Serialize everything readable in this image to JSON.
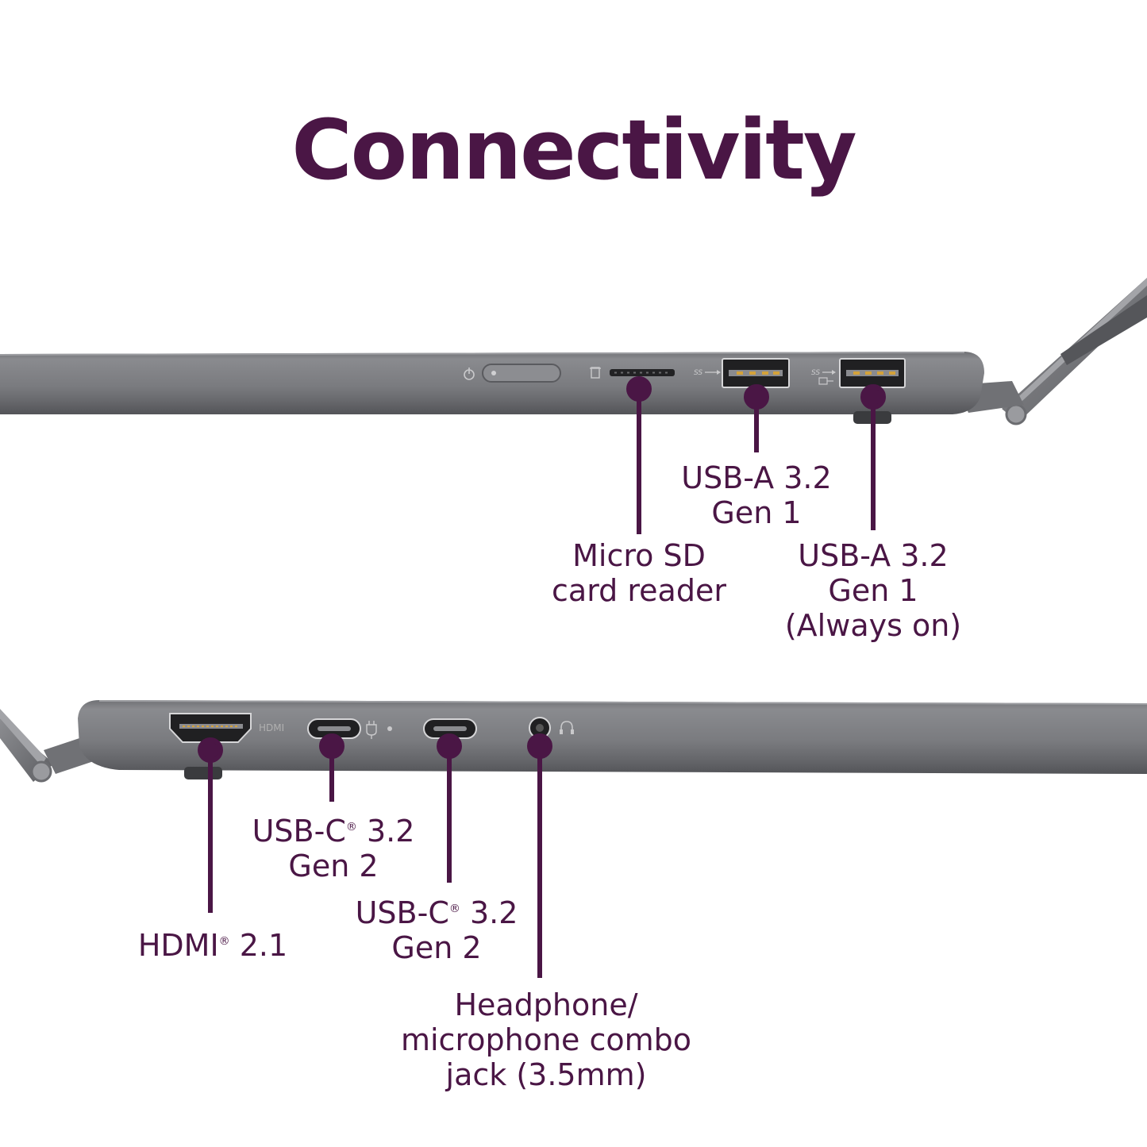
{
  "title": "Connectivity",
  "colors": {
    "accent": "#4a1645",
    "chassis": "#7d7e82",
    "chassis_dark": "#5f6064",
    "port": "#2b2b2d",
    "background": "#ffffff"
  },
  "top_view": {
    "ports": [
      {
        "id": "micro-sd",
        "lines": [
          "Micro SD",
          "card reader"
        ]
      },
      {
        "id": "usb-a-1",
        "lines": [
          "USB-A 3.2",
          "Gen 1"
        ]
      },
      {
        "id": "usb-a-2",
        "lines": [
          "USB-A 3.2",
          "Gen 1",
          "(Always on)"
        ]
      }
    ],
    "icons": [
      "power-icon",
      "sd-card-icon",
      "ss-usb-icon",
      "ss-usb-charge-icon"
    ]
  },
  "bottom_view": {
    "port_mark": "HDMI",
    "ports": [
      {
        "id": "hdmi",
        "name": "HDMI",
        "reg": "®",
        "rest": " 2.1"
      },
      {
        "id": "usb-c-1",
        "name": "USB-C",
        "reg": "®",
        "rest": " 3.2",
        "line2": "Gen 2"
      },
      {
        "id": "usb-c-2",
        "name": "USB-C",
        "reg": "®",
        "rest": " 3.2",
        "line2": "Gen 2"
      },
      {
        "id": "audio-jack",
        "lines": [
          "Headphone/",
          "microphone combo",
          "jack (3.5mm)"
        ]
      }
    ],
    "icons": [
      "power-plug-icon",
      "led-indicator-icon",
      "headphone-icon"
    ]
  }
}
